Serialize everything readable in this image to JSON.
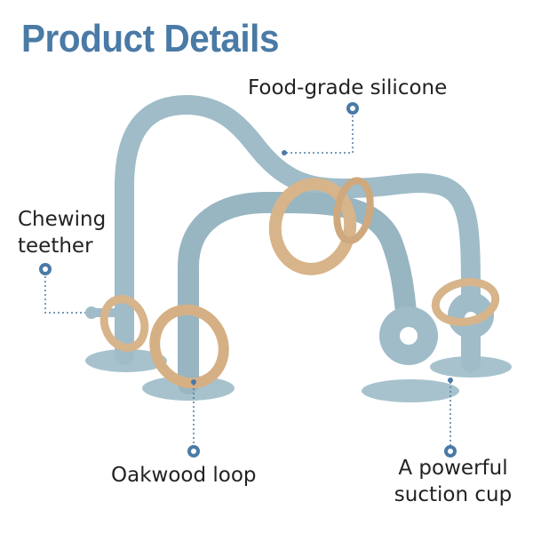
{
  "title": "Product Details",
  "callouts": {
    "food_grade": "Food-grade silicone",
    "chewing": {
      "line1": "Chewing",
      "line2": "teether"
    },
    "oakwood": "Oakwood loop",
    "suction": {
      "line1": "A powerful",
      "line2": "suction cup"
    }
  },
  "colors": {
    "title": "#4a7aa6",
    "silicone": "#9fbcc8",
    "silicone_shadow": "#88a8b6",
    "wood": "#d8b48a",
    "wood_dark": "#b88f64",
    "marker": "#4a7aa6",
    "text": "#222222"
  }
}
